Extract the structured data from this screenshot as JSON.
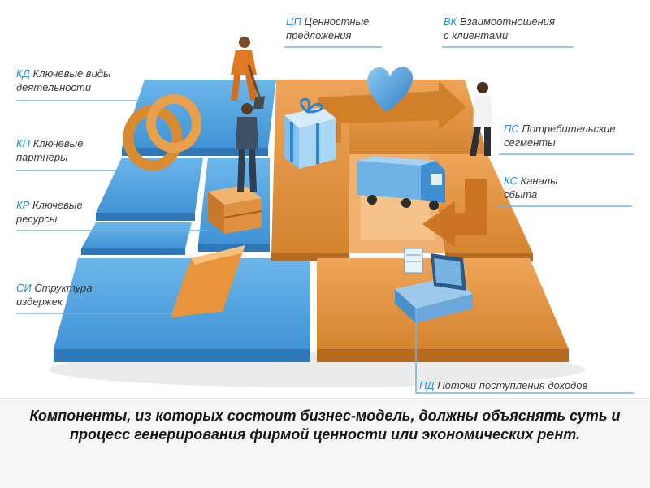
{
  "labels": {
    "kd": {
      "code": "КД",
      "line1": "Ключевые виды",
      "line2": "деятельности"
    },
    "kp": {
      "code": "КП",
      "line1": "Ключевые",
      "line2": "партнеры"
    },
    "kr": {
      "code": "КР",
      "line1": "Ключевые",
      "line2": "ресурсы"
    },
    "si": {
      "code": "СИ",
      "line1": "Структура",
      "line2": "издержек"
    },
    "cp": {
      "code": "ЦП",
      "line1": "Ценностные",
      "line2": "предложения"
    },
    "vk": {
      "code": "ВК",
      "line1": "Взаимоотношения",
      "line2": "с клиентами"
    },
    "ps": {
      "code": "ПС",
      "line1": "Потребительские",
      "line2": "сегменты"
    },
    "ks": {
      "code": "КС",
      "line1": "Каналы",
      "line2": "сбыта"
    },
    "pd": {
      "code": "ПД",
      "line1": "Потоки поступления доходов"
    }
  },
  "caption": "Компоненты, из которых состоит бизнес-модель, должны объяснять суть и процесс генерирования фирмой ценности или экономических  рент.",
  "colors": {
    "blue_tile": "#4fa3e0",
    "blue_side": "#2f78b8",
    "orange_tile": "#e0923f",
    "orange_side": "#b56a22",
    "label_code": "#1f8fd6",
    "leader_line": "#6fb3e6"
  },
  "icons": [
    "rings-icon",
    "gift-box-icon",
    "heart-icon",
    "truck-icon",
    "cash-register-icon",
    "crate-icon",
    "curved-sheet-icon",
    "person-figure-icon"
  ]
}
